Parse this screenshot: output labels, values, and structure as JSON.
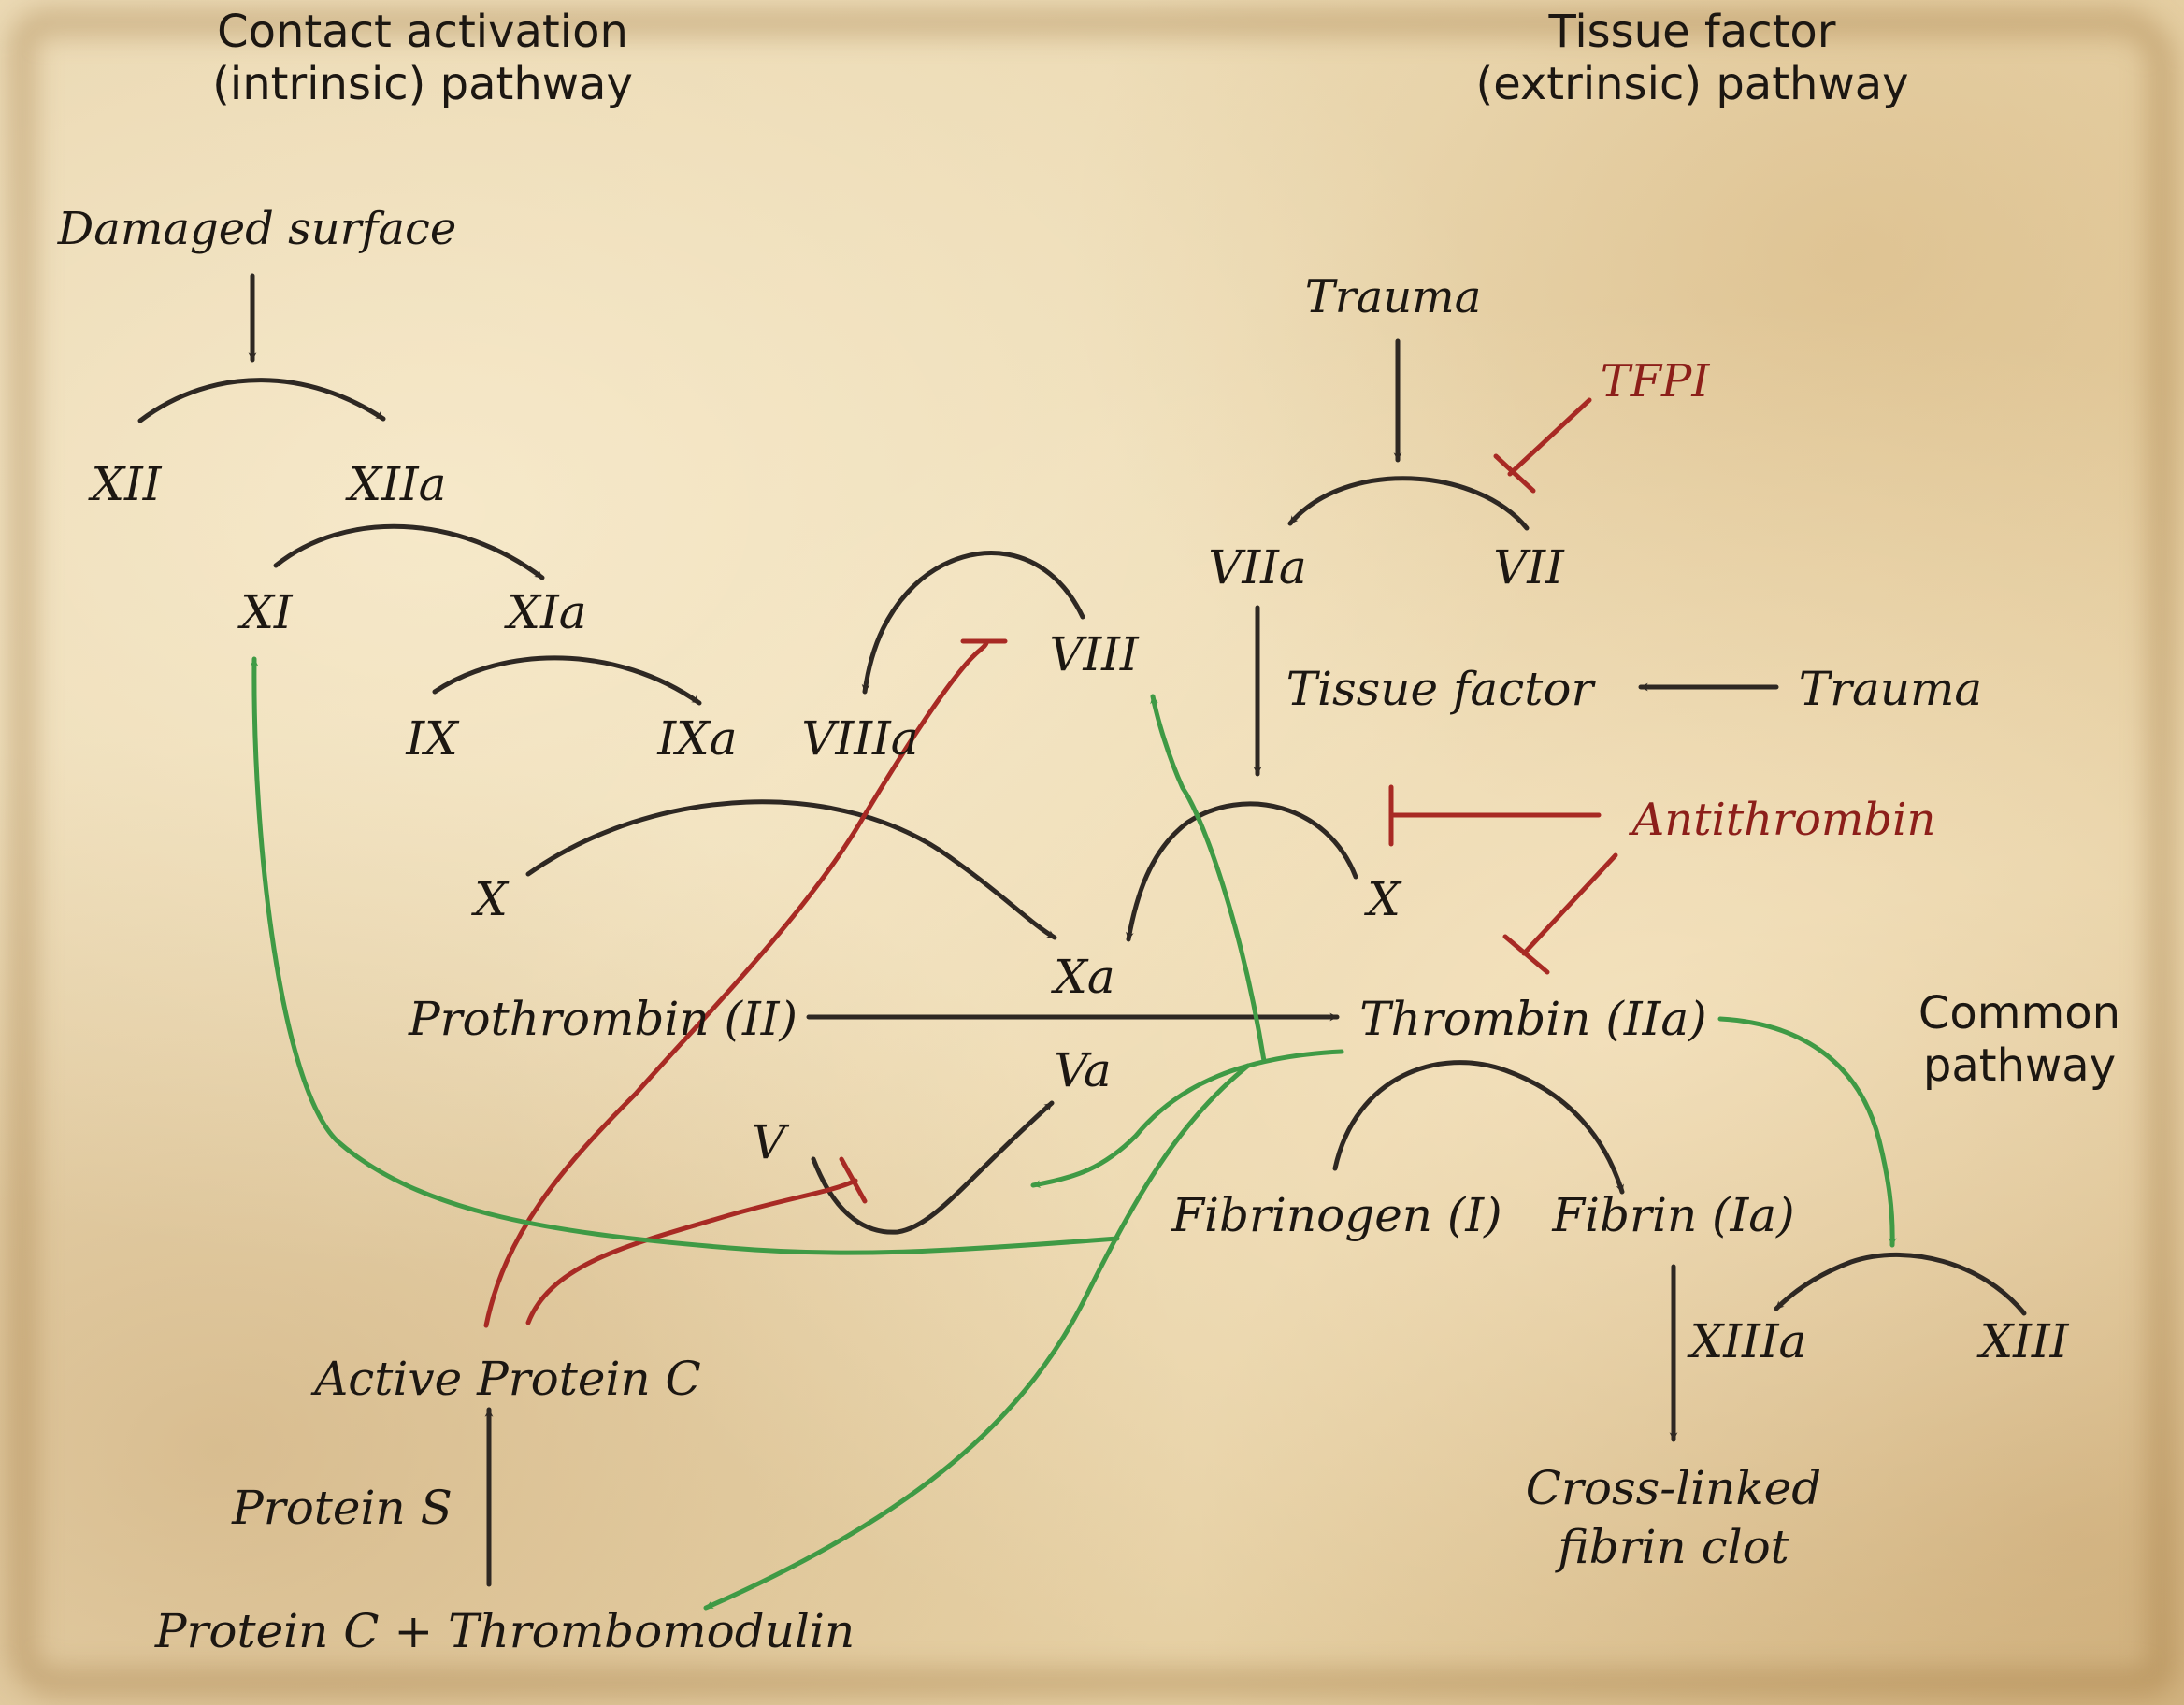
{
  "headings": {
    "intrinsic": [
      "Contact activation",
      "(intrinsic) pathway"
    ],
    "extrinsic": [
      "Tissue factor",
      "(extrinsic) pathway"
    ],
    "common": [
      "Common",
      "pathway"
    ]
  },
  "nodes": {
    "damaged_surface": "Damaged surface",
    "xii": "XII",
    "xiia": "XIIa",
    "xi": "XI",
    "xia": "XIa",
    "ix": "IX",
    "ixa": "IXa",
    "viiia": "VIIIa",
    "viii": "VIII",
    "x_left": "X",
    "xa": "Xa",
    "prothrombin": "Prothrombin (II)",
    "va": "Va",
    "v": "V",
    "thrombin": "Thrombin (IIa)",
    "trauma_top": "Trauma",
    "tfpi": "TFPI",
    "viia": "VIIa",
    "vii": "VII",
    "tissue_factor": "Tissue factor",
    "trauma_right": "Trauma",
    "antithrombin": "Antithrombin",
    "x_right": "X",
    "fibrinogen": "Fibrinogen (I)",
    "fibrin": "Fibrin (Ia)",
    "xiiia": "XIIIa",
    "xiii": "XIII",
    "clot": [
      "Cross-linked",
      "fibrin clot"
    ],
    "active_protein_c": "Active Protein C",
    "protein_s": "Protein S",
    "protein_c_tm": "Protein C + Thrombomodulin"
  },
  "colors": {
    "activation": "#2e2823",
    "inhibition": "#a82a24",
    "feedback": "#3f9a45",
    "inhibitor_text": "#8c1f1a"
  },
  "edges": [
    {
      "from": "Damaged surface",
      "to": "XII→XIIa",
      "type": "activation"
    },
    {
      "from": "XII",
      "to": "XIIa",
      "type": "activation"
    },
    {
      "from": "XI",
      "to": "XIa",
      "type": "activation"
    },
    {
      "from": "IX",
      "to": "IXa",
      "type": "activation"
    },
    {
      "from": "VIII",
      "to": "VIIIa",
      "type": "activation"
    },
    {
      "from": "X",
      "to": "Xa",
      "type": "activation",
      "via": "intrinsic"
    },
    {
      "from": "X",
      "to": "Xa",
      "type": "activation",
      "via": "extrinsic"
    },
    {
      "from": "Trauma",
      "to": "VII→VIIa",
      "type": "activation"
    },
    {
      "from": "VII",
      "to": "VIIa",
      "type": "activation"
    },
    {
      "from": "VIIa",
      "to": "X→Xa",
      "type": "activation"
    },
    {
      "from": "Trauma",
      "to": "Tissue factor",
      "type": "activation"
    },
    {
      "from": "Prothrombin (II)",
      "to": "Thrombin (IIa)",
      "type": "activation"
    },
    {
      "from": "V",
      "to": "Va",
      "type": "activation"
    },
    {
      "from": "Fibrinogen (I)",
      "to": "Fibrin (Ia)",
      "type": "activation"
    },
    {
      "from": "XIII",
      "to": "XIIIa",
      "type": "activation"
    },
    {
      "from": "Fibrin (Ia)",
      "to": "Cross-linked fibrin clot",
      "type": "activation"
    },
    {
      "from": "Protein C + Thrombomodulin",
      "to": "Active Protein C",
      "type": "activation"
    },
    {
      "from": "TFPI",
      "to": "VII→VIIa",
      "type": "inhibition"
    },
    {
      "from": "Antithrombin",
      "to": "X→Xa",
      "type": "inhibition"
    },
    {
      "from": "Antithrombin",
      "to": "Thrombin (IIa)",
      "type": "inhibition"
    },
    {
      "from": "Active Protein C",
      "to": "VIII→VIIIa",
      "type": "inhibition"
    },
    {
      "from": "Active Protein C",
      "to": "V→Va",
      "type": "inhibition"
    },
    {
      "from": "Thrombin (IIa)",
      "to": "XI",
      "type": "feedback"
    },
    {
      "from": "Thrombin (IIa)",
      "to": "VIII",
      "type": "feedback"
    },
    {
      "from": "Thrombin (IIa)",
      "to": "V→Va",
      "type": "feedback"
    },
    {
      "from": "Thrombin (IIa)",
      "to": "XIII→XIIIa",
      "type": "feedback"
    },
    {
      "from": "Thrombin (IIa)",
      "to": "Protein C + Thrombomodulin",
      "type": "feedback"
    }
  ]
}
